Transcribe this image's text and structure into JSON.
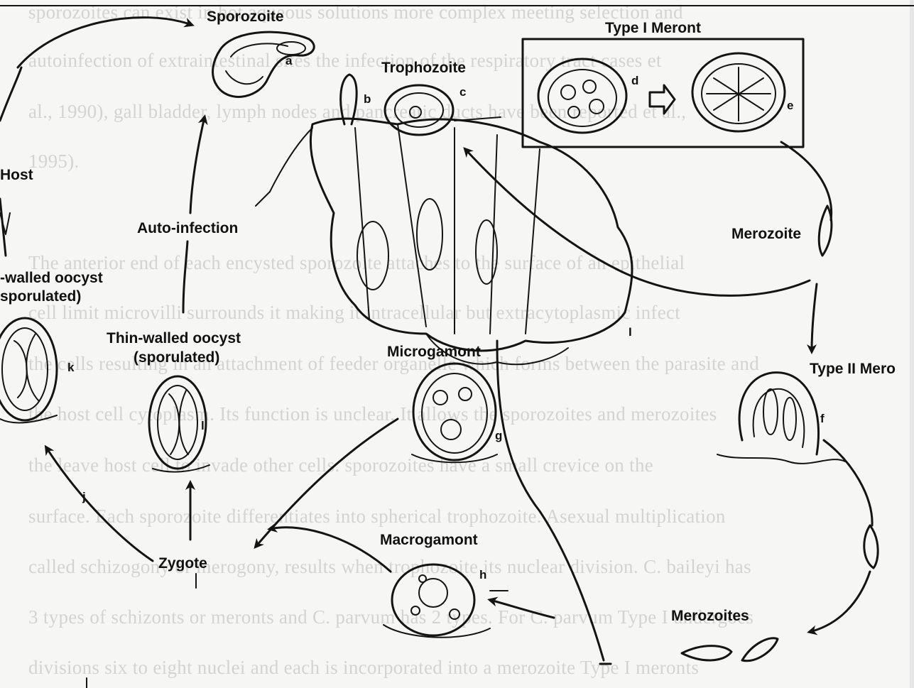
{
  "background_text": [
    "sporozoites can exist in hot aqueous solutions more complex meeting selection and",
    "autoinfection of extraintestinal sites the infection of the respiratory tract cases et",
    "al., 1990), gall bladder, lymph nodes and pancreatic ducts have been reported et al.,",
    "1995).",
    "",
    "The anterior end of each encysted sporozoite attaches to the surface of an epithelial",
    "cell limit microvilli surrounds it making it intracellular but extracytoplasmic infect",
    "the cells resulting in an attachment of feeder organelle which forms between the parasite and",
    "the host cell cytoplasm. Its function is unclear. It allows the sporozoites and merozoites",
    "the leave host cell to invade other cells. sporozoites have a small crevice on the",
    "surface. Each sporozoite differentiates into spherical trophozoite. Asexual multiplication",
    "called schizogony or merogony, results when trophozoite its nuclear division. C. baileyi has",
    "3 types of schizonts or meronts and C. parvum has 2 types. For C. parvum Type I undergoes",
    "divisions six to eight nuclei and each is incorporated into a merozoite Type I meronts"
  ],
  "labels": {
    "sporozoite": "Sporozoite",
    "trophozoite": "Trophozoite",
    "type1": "Type I Meront",
    "merozoite": "Merozoite",
    "type2": "Type II Mero",
    "autoinfection": "Auto-infection",
    "host": "Host",
    "thick_oocyst_1": "-walled oocyst",
    "thick_oocyst_2": "sporulated)",
    "thin_oocyst_1": "Thin-walled oocyst",
    "thin_oocyst_2": "(sporulated)",
    "microgamont": "Microgamont",
    "macrogamont": "Macrogamont",
    "zygote": "Zygote",
    "merozoites": "Merozoites"
  },
  "letters": {
    "a": "a",
    "b": "b",
    "c": "c",
    "d": "d",
    "e": "e",
    "f": "f",
    "g": "g",
    "h": "h",
    "i": "I",
    "j": "j",
    "k": "k",
    "l": "l"
  },
  "colors": {
    "ink": "#141414",
    "paper": "#f6f6f4",
    "ghost_text": "#b8b8b8"
  }
}
